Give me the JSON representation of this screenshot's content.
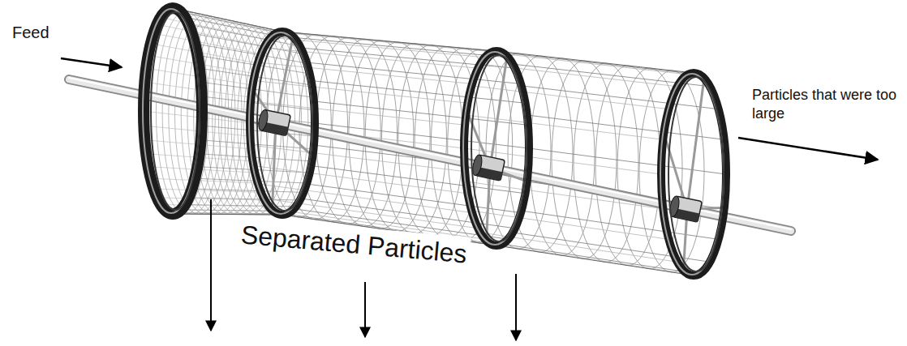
{
  "diagram": {
    "labels": [
      "Feed",
      "Particles that were too large",
      "Separated Particles"
    ]
  }
}
